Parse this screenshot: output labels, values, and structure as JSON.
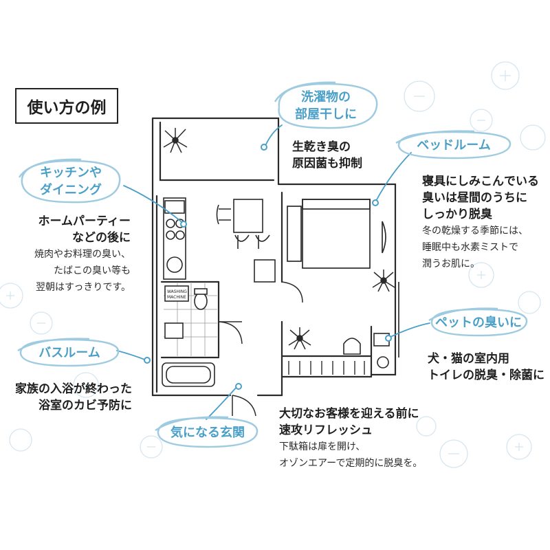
{
  "title": "使い方の例",
  "colors": {
    "accent": "#4a9fc8",
    "ink": "#222222",
    "faint": "#d6e6ef"
  },
  "plan_labels": {
    "washer_line1": "WASHING",
    "washer_line2": "MACHINE"
  },
  "bubbles": {
    "laundry": {
      "line1": "洗濯物の",
      "line2": "部屋干しに"
    },
    "bedroom": {
      "line1": "ベッドルーム"
    },
    "kitchen": {
      "line1": "キッチンや",
      "line2": "ダイニング"
    },
    "pet": {
      "line1": "ペットの臭いに"
    },
    "bath": {
      "line1": "バスルーム"
    },
    "entrance": {
      "line1": "気になる玄関"
    }
  },
  "texts": {
    "laundry": {
      "line1": "生乾き臭の",
      "line2": "原因菌も抑制"
    },
    "bedroom": {
      "line1": "寝具にしみこんでいる",
      "line2": "臭いは昼間のうちに",
      "line3": "しっかり脱臭",
      "note1": "冬の乾燥する季節には、",
      "note2": "睡眠中も水素ミストで",
      "note3": "潤うお肌に。"
    },
    "kitchen": {
      "line1": "ホームパーティー",
      "line2": "などの後に",
      "note1": "焼肉やお料理の臭い、",
      "note2": "たばこの臭い等も",
      "note3": "翌朝はすっきりです。"
    },
    "pet": {
      "line1": "犬・猫の室内用",
      "line2": "トイレの脱臭・除菌に"
    },
    "bath": {
      "line1": "家族の入浴が終わった",
      "line2": "浴室のカビ予防に"
    },
    "entrance": {
      "line1": "大切なお客様を迎える前に",
      "line2": "速攻リフレッシュ",
      "note1": "下駄箱は扉を開け、",
      "note2": "オゾンエアーで定期的に脱臭を。"
    }
  }
}
